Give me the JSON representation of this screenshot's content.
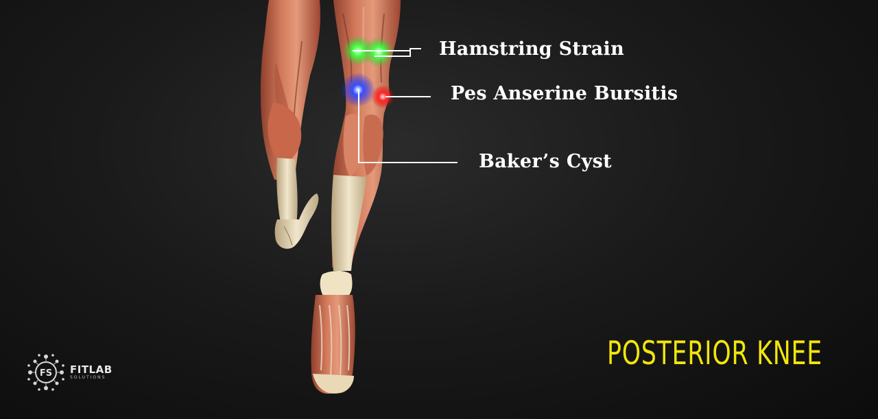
{
  "title": "POSTERIOR KNEE",
  "labels": {
    "hamstring": "Hamstring Strain",
    "pes_anserine": "Pes Anserine Bursitis",
    "bakers_cyst": "Baker’s Cyst"
  },
  "markers": {
    "hamstring_color": "#33ff33",
    "pes_anserine_color": "#ff2020",
    "bakers_cyst_color": "#2a3cff"
  },
  "brand": {
    "logo_letters": "FS",
    "name": "FITLAB",
    "subtitle": "SOLUTIONS"
  },
  "colors": {
    "title": "#f2e60a",
    "label": "#ffffff",
    "muscle": "#c86a4f",
    "tendon": "#e8d9b8"
  }
}
